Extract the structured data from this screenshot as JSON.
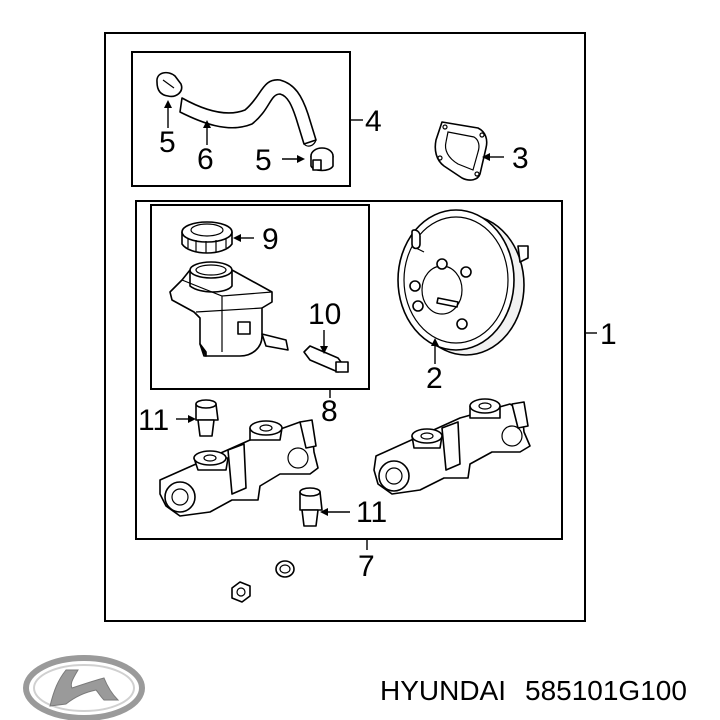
{
  "callouts": {
    "c1": "1",
    "c2": "2",
    "c3": "3",
    "c4": "4",
    "c5a": "5",
    "c5b": "5",
    "c6": "6",
    "c7": "7",
    "c8": "8",
    "c9": "9",
    "c10": "10",
    "c11a": "11",
    "c11b": "11"
  },
  "footer": {
    "brand": "HYUNDAI",
    "part_number": "585101G100"
  },
  "colors": {
    "line": "#000000",
    "background": "#ffffff",
    "logo": "#9a9a9a"
  },
  "icons": [
    "hyundai-logo"
  ]
}
